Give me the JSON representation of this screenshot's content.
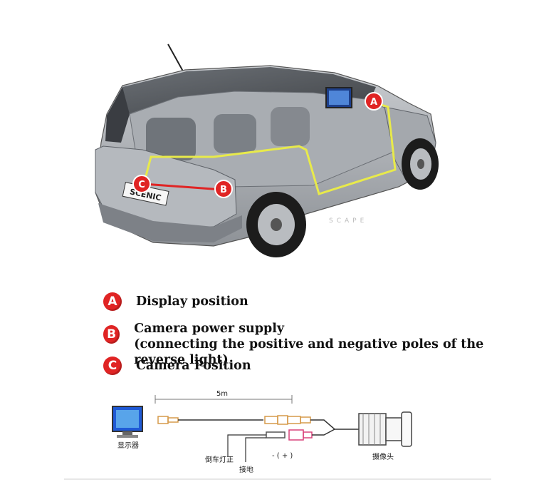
{
  "car": {
    "plate_text": "SCENIC",
    "watermark_text": "SCAPE",
    "markers": {
      "a": "A",
      "b": "B",
      "c": "C"
    },
    "colors": {
      "marker": "#e02424",
      "route": "#e8ea4a",
      "power": "#e02424"
    }
  },
  "legend": [
    {
      "badge": "A",
      "lines": [
        "Display position"
      ]
    },
    {
      "badge": "B",
      "lines": [
        "Camera power supply",
        "(connecting the positive and negative poles of the reverse light)"
      ]
    },
    {
      "badge": "C",
      "lines": [
        "Camera Position"
      ]
    }
  ],
  "wiring": {
    "cable_length": "5m",
    "monitor_label": "显示器",
    "reverse_light_label": "倒车灯正",
    "ground_label": "接地",
    "camera_label": "摄像头",
    "polarity_symbol": "- ( + )"
  }
}
